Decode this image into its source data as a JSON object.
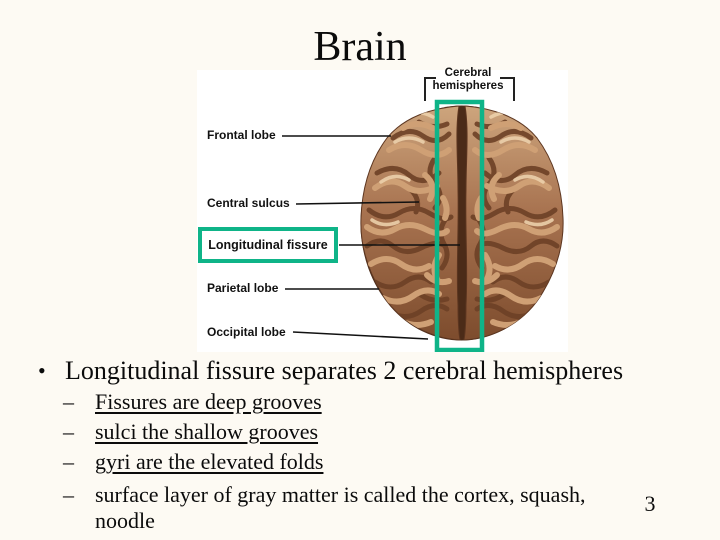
{
  "slide": {
    "title": "Brain",
    "page_number": "3",
    "background_color": "#fdfaf3"
  },
  "figure": {
    "highlight_color": "#0fb488",
    "labels": {
      "cerebral_line1": "Cerebral",
      "cerebral_line2": "hemispheres",
      "frontal": "Frontal lobe",
      "central_sulcus": "Central sulcus",
      "longitudinal_fissure": "Longitudinal fissure",
      "parietal": "Parietal lobe",
      "occipital": "Occipital lobe"
    }
  },
  "bullets": {
    "marker_main": "•",
    "marker_sub": "–",
    "main": "Longitudinal fissure separates 2 cerebral hemispheres",
    "subs": [
      {
        "text": "Fissures are deep grooves"
      },
      {
        "text": "sulci the shallow grooves"
      },
      {
        "text": "gyri are the elevated folds"
      },
      {
        "line1": "surface layer of gray matter is called the cortex, squash,",
        "line2": "noodle"
      }
    ]
  }
}
